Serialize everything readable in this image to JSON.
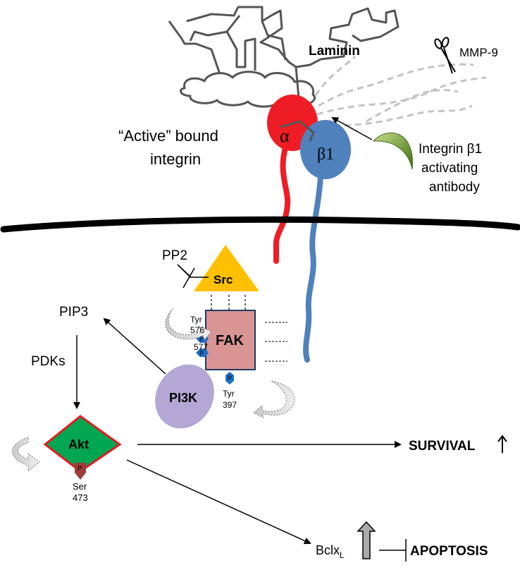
{
  "labels": {
    "laminin": "Laminin",
    "mmp9": "MMP-9",
    "active_line1": "“Active” bound",
    "active_line2": "integrin",
    "alpha": "α",
    "beta1": "β1",
    "antibody_line1": "Integrin β1",
    "antibody_line2": "activating",
    "antibody_line3": "antibody",
    "pp2": "PP2",
    "src": "Src",
    "pip3": "PIP3",
    "pdks": "PDKs",
    "fak": "FAK",
    "tyr576_a": "Tyr",
    "tyr576_b": "576",
    "tyr577": "577",
    "tyr397_a": "Tyr",
    "tyr397_b": "397",
    "phospho": "P",
    "pi3k": "PI3K",
    "akt": "Akt",
    "ser473_a": "Ser",
    "ser473_b": "473",
    "survival": "SURVIVAL",
    "bclx": "Bclx",
    "bclx_sub": "L",
    "apoptosis": "APOPTOSIS"
  },
  "colors": {
    "alpha": "#ee1c24",
    "beta1": "#4f81bd",
    "src": "#ffc000",
    "fak": "#d99594",
    "fak_border": "#1f3864",
    "pi3k": "#b4a7d6",
    "akt": "#00a651",
    "akt_border": "#e31b23",
    "phospho_blue": "#1f6fc5",
    "phospho_red": "#9e3b3b",
    "antibody": "#5a8a1f",
    "membrane": "#000000",
    "laminin": "#555555",
    "laminin_cleaved": "#bdbdbd"
  }
}
